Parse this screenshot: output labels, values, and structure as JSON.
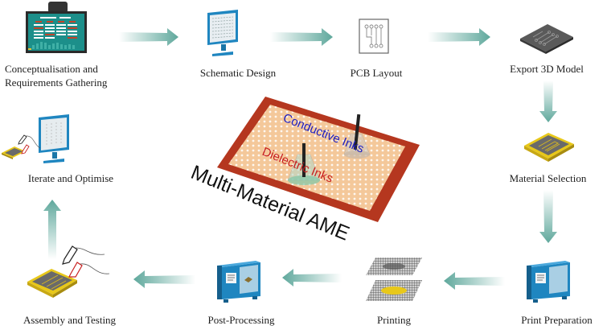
{
  "colors": {
    "arrow": "#5fa89c",
    "monitor_blue": "#1f86c0",
    "teal_screen": "#1c8f8a",
    "board_red": "#b5371f",
    "board_peach": "#f4c89a",
    "conductive": "#2020c0",
    "dielectric": "#c82020",
    "chip_gold": "#e8c81a"
  },
  "steps": [
    {
      "id": "conceptualisation",
      "label_line1": "Conceptualisation and",
      "label_line2": "Requirements Gathering",
      "icon": "dashboard-screen-icon"
    },
    {
      "id": "schematic",
      "label": "Schematic Design",
      "icon": "monitor-icon"
    },
    {
      "id": "pcb-layout",
      "label": "PCB Layout",
      "icon": "pcb-layout-icon"
    },
    {
      "id": "export-3d",
      "label": "Export 3D Model",
      "icon": "3d-board-icon"
    },
    {
      "id": "material",
      "label": "Material Selection",
      "icon": "gold-chip-icon"
    },
    {
      "id": "print-prep",
      "label": "Print Preparation",
      "icon": "printer-cabinet-icon"
    },
    {
      "id": "printing",
      "label": "Printing",
      "icon": "print-layers-icon"
    },
    {
      "id": "post-processing",
      "label": "Post-Processing",
      "icon": "oven-cabinet-icon"
    },
    {
      "id": "assembly",
      "label": "Assembly and Testing",
      "icon": "probe-chip-icon"
    },
    {
      "id": "iterate",
      "label": "Iterate and Optimise",
      "icon": "monitor-probe-icon"
    }
  ],
  "center": {
    "title": "Multi-Material AME",
    "conductive_label": "Conductive Inks",
    "dielectric_label": "Dielectric Inks"
  }
}
